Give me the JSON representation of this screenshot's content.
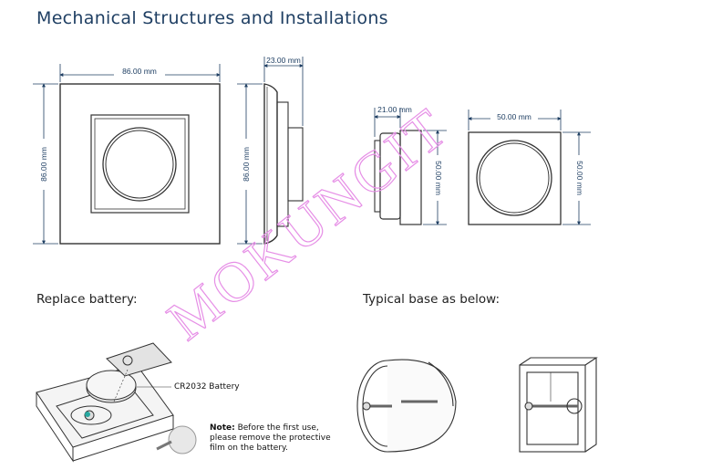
{
  "page": {
    "title": "Mechanical Structures and Installations",
    "watermark": "MOKUNGIT"
  },
  "dimensions": {
    "front_width": "86.00 mm",
    "front_height": "86.00 mm",
    "side_height": "86.00 mm",
    "side_depth": "23.00 mm",
    "knob_depth": "21.00 mm",
    "knob_side_height": "50.00 mm",
    "knob_front_width": "50.00 mm",
    "knob_front_height": "50.00 mm"
  },
  "sections": {
    "replace_battery": "Replace battery:",
    "typical_base": "Typical base as below:"
  },
  "battery": {
    "label": "CR2032 Battery",
    "note_bold": "Note:",
    "note_text": " Before the first use, please remove the protective film on the battery."
  },
  "colors": {
    "title": "#1f3f63",
    "watermark": "#e68fe6",
    "line": "#333333"
  }
}
